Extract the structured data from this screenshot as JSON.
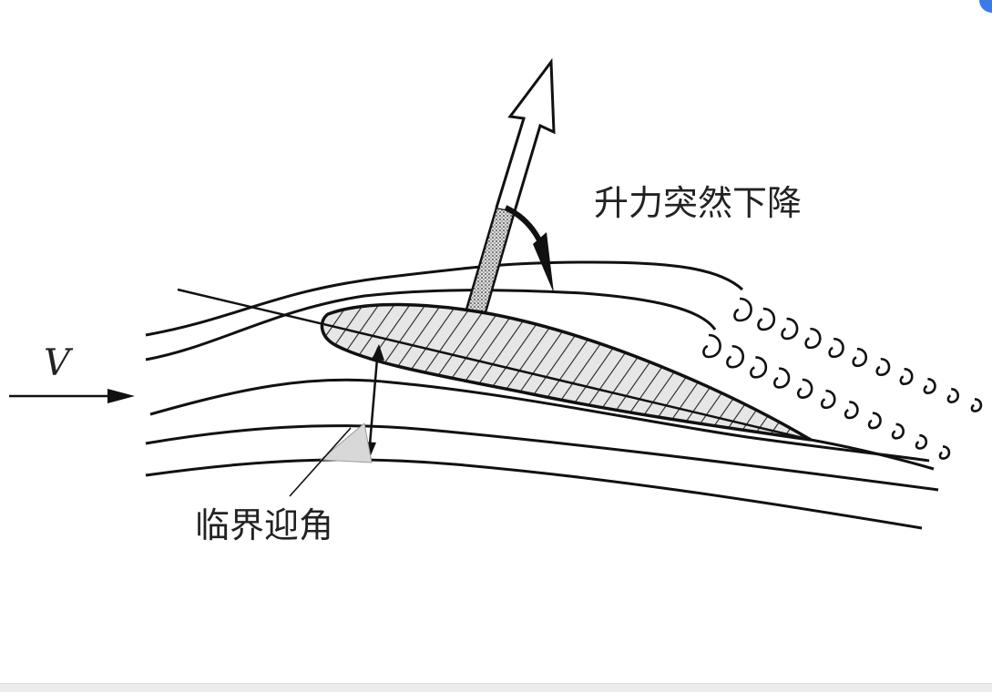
{
  "diagram": {
    "velocity_label": "V",
    "lift_label": "升力突然下降",
    "angle_label": "临界迎角"
  },
  "colors": {
    "ink": "#111111",
    "accent": "#3b7be8",
    "bar": "#ececec"
  }
}
